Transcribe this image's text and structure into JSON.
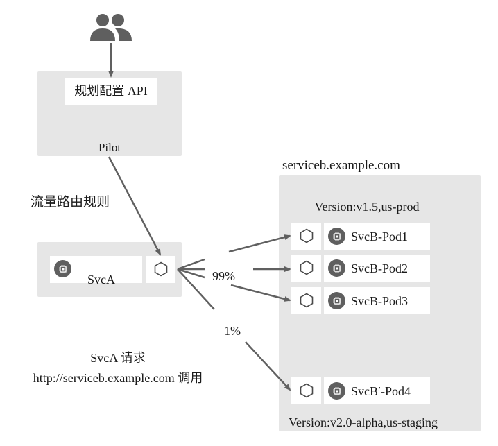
{
  "diagram": {
    "users_icon": "users-icon",
    "pilot": {
      "api_label": "规划配置 API",
      "title": "Pilot"
    },
    "routing_rule_label": "流量路由规则",
    "svc_a": {
      "name": "SvcA",
      "chip_icon": "chip-icon",
      "proxy_icon": "hexagon-icon"
    },
    "request_caption": {
      "line1": "SvcA 请求",
      "line2": "http://serviceb.example.com 调用"
    },
    "traffic_split": [
      {
        "label": "99%",
        "targets": [
          "SvcB-Pod1",
          "SvcB-Pod2",
          "SvcB-Pod3"
        ]
      },
      {
        "label": "1%",
        "targets": [
          "SvcB′-Pod4"
        ]
      }
    ],
    "service_b": {
      "host": "serviceb.example.com",
      "prod_version": "Version:v1.5,us-prod",
      "staging_version": "Version:v2.0-alpha,us-staging",
      "pods": [
        {
          "name": "SvcB-Pod1",
          "version_group": "prod"
        },
        {
          "name": "SvcB-Pod2",
          "version_group": "prod"
        },
        {
          "name": "SvcB-Pod3",
          "version_group": "prod"
        },
        {
          "name": "SvcB′-Pod4",
          "version_group": "staging"
        }
      ]
    },
    "colors": {
      "box_fill": "#e6e6e6",
      "arrow": "#606060",
      "icon": "#5f5f5f",
      "text": "#1a1a1a"
    }
  }
}
